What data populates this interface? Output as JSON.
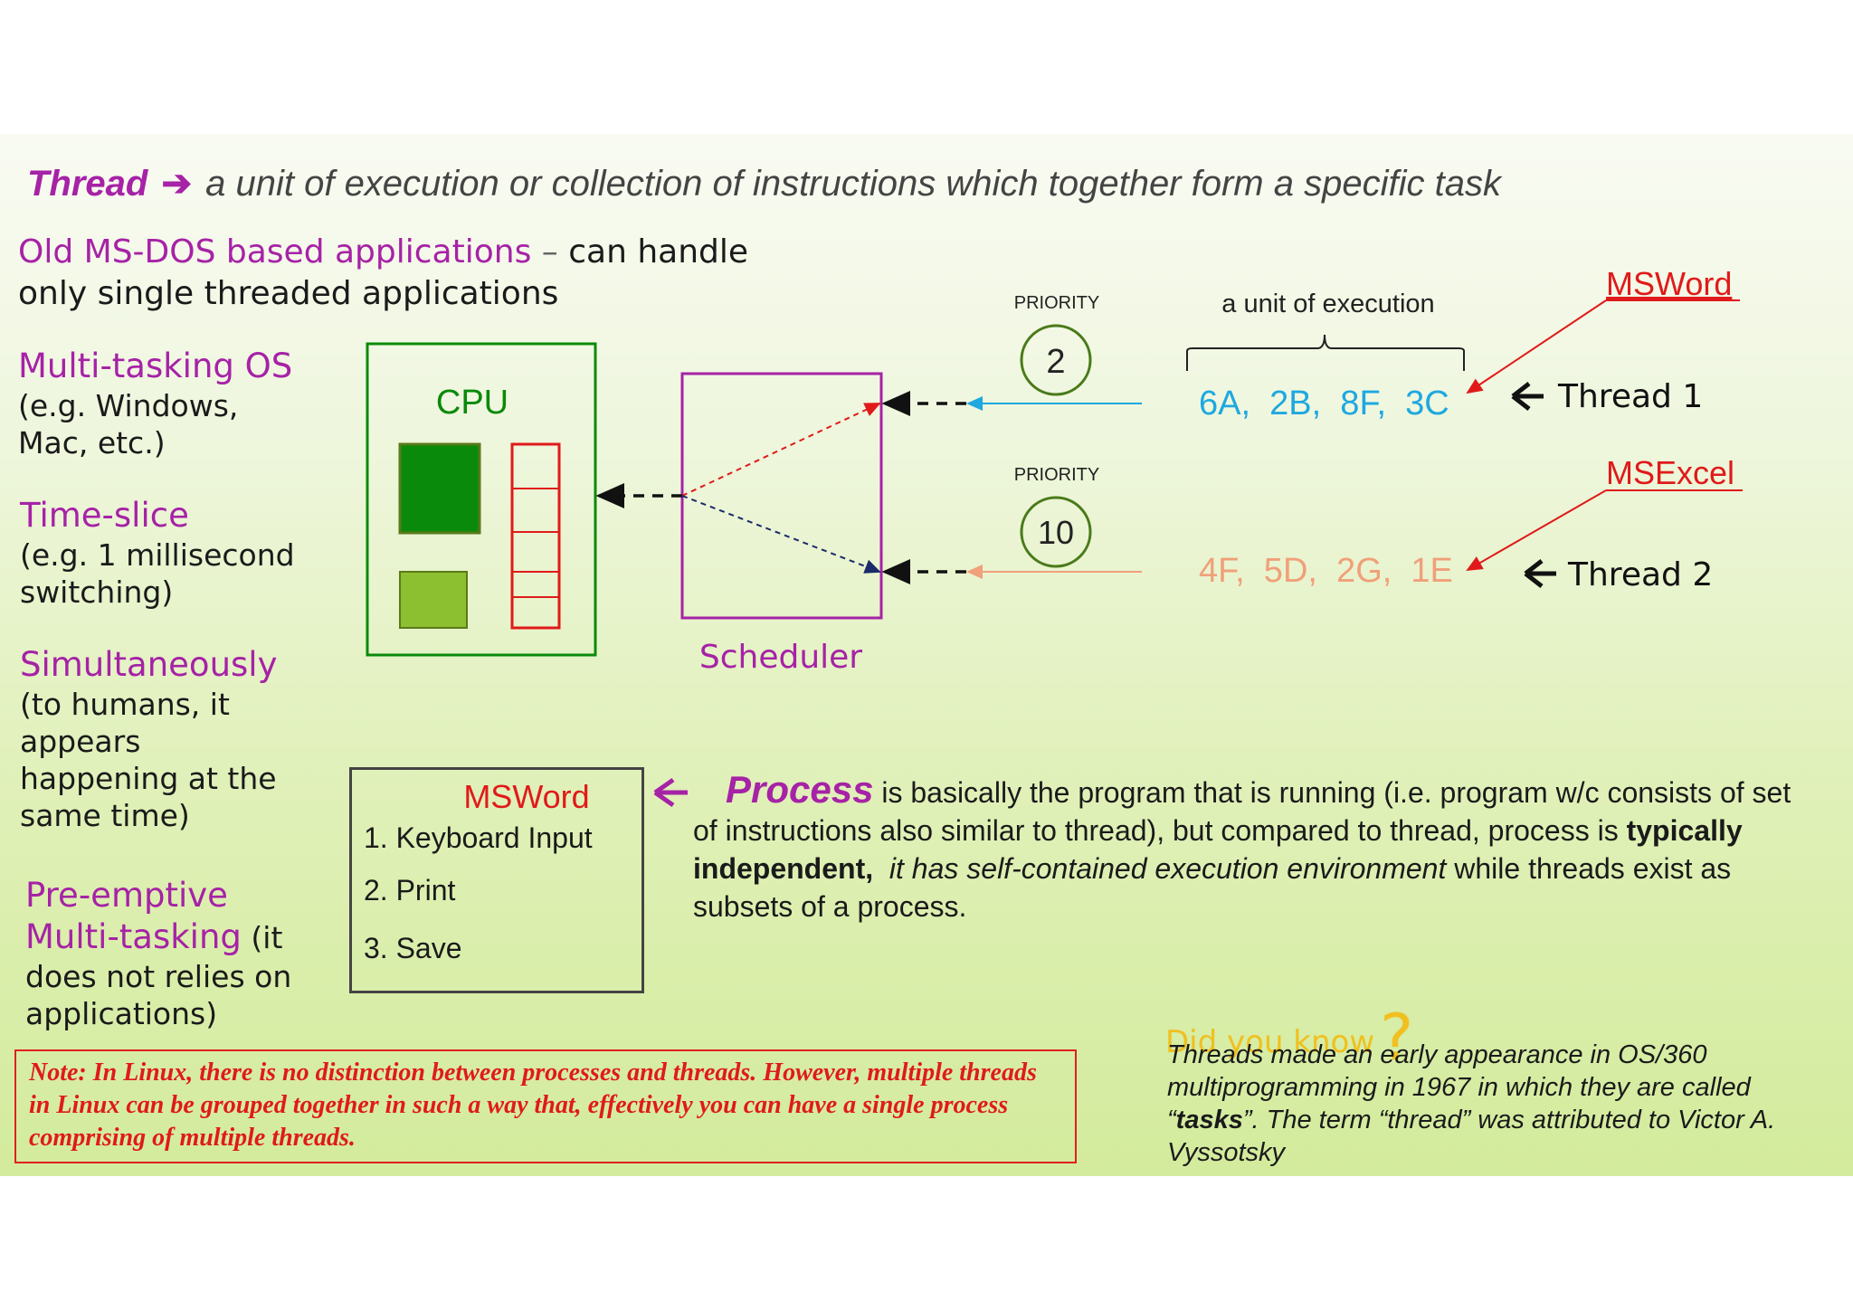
{
  "title": {
    "term": "Thread",
    "arrow": "➔",
    "definition": "a unit of execution or collection of instructions which together form a specific task"
  },
  "left_column": {
    "msdos_head": "Old MS-DOS based applications",
    "msdos_dash": " – ",
    "msdos_body_1": "can handle",
    "msdos_body_2": "only single threaded applications",
    "multitask_head": "Multi-tasking OS",
    "multitask_body": [
      "(e.g. Windows,",
      "Mac, etc.)"
    ],
    "timeslice_head": "Time-slice",
    "timeslice_body": [
      "(e.g. 1 millisecond",
      "switching)"
    ],
    "simul_head": "Simultaneously",
    "simul_body": [
      "(to humans, it",
      "appears",
      "happening at the",
      "same time)"
    ],
    "preempt_head_1": "Pre-emptive",
    "preempt_head_2": "Multi-tasking",
    "preempt_body_1": " (it",
    "preempt_body": [
      "does not relies on",
      "applications)"
    ]
  },
  "diagram": {
    "cpu_label": "CPU",
    "scheduler_label": "Scheduler",
    "priority_label_1": "PRIORITY",
    "priority_value_1": "2",
    "priority_label_2": "PRIORITY",
    "priority_value_2": "10",
    "unit_of_execution": "a unit of execution",
    "thread1_instructions": "6A,  2B,  8F,  3C",
    "thread2_instructions": "4F,  5D,  2G,  1E",
    "thread1_label": "Thread 1",
    "thread2_label": "Thread 2",
    "app1": "MSWord",
    "app2": "MSExcel",
    "arrow_glyph": "🡐"
  },
  "process_box": {
    "title": "MSWord",
    "items": [
      "1. Keyboard Input",
      "2. Print",
      "3. Save"
    ]
  },
  "process_text": {
    "arrow": "🡐",
    "term": "Process",
    "part1": " is basically the program  that is running (i.e. program w/c consists of set of instructions also similar to thread), but compared to thread, process is ",
    "bold": "typically independent,",
    "italic": "it has self-contained execution environment",
    "part2": " while threads exist as subsets of a process."
  },
  "note": "Note: In Linux, there is no distinction between processes and threads. However, multiple threads in Linux can be grouped together in such a way that, effectively you can have a single process comprising of multiple threads.",
  "did_you_know": {
    "title": "Did you know",
    "qmark": "?",
    "text_1": "Threads made an early appearance in OS/360 multiprogramming in 1967 in which they are called ",
    "quote_open": "“",
    "bold_word": "tasks",
    "text_2": "”. The term “thread” was attributed to Victor A. Vyssotsky"
  },
  "colors": {
    "magenta": "#a622a6",
    "cpu_green": "#0a8a0a",
    "thread1_blue": "#1ea8e0",
    "thread2_salmon": "#f0a07a",
    "red": "#e01a1a",
    "olive": "#4a7a1a",
    "gold": "#f0c020"
  }
}
